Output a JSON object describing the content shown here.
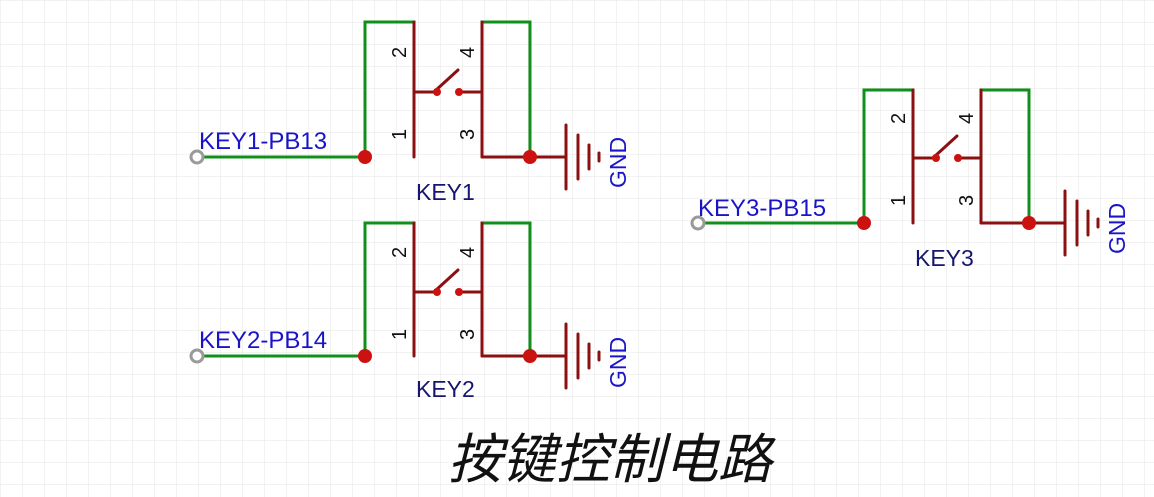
{
  "diagram": {
    "title": "按键控制电路",
    "keys": [
      {
        "ref": "KEY1",
        "net": "KEY1-PB13",
        "gnd": "GND",
        "pins": [
          "1",
          "2",
          "3",
          "4"
        ]
      },
      {
        "ref": "KEY2",
        "net": "KEY2-PB14",
        "gnd": "GND",
        "pins": [
          "1",
          "2",
          "3",
          "4"
        ]
      },
      {
        "ref": "KEY3",
        "net": "KEY3-PB15",
        "gnd": "GND",
        "pins": [
          "1",
          "2",
          "3",
          "4"
        ]
      }
    ]
  },
  "colors": {
    "wire": "#10901a",
    "component": "#8b1010",
    "net_label": "#1a14c8",
    "junction": "#cc1111",
    "terminal": "#9a9a9a",
    "grid": "#e6e6e6"
  }
}
